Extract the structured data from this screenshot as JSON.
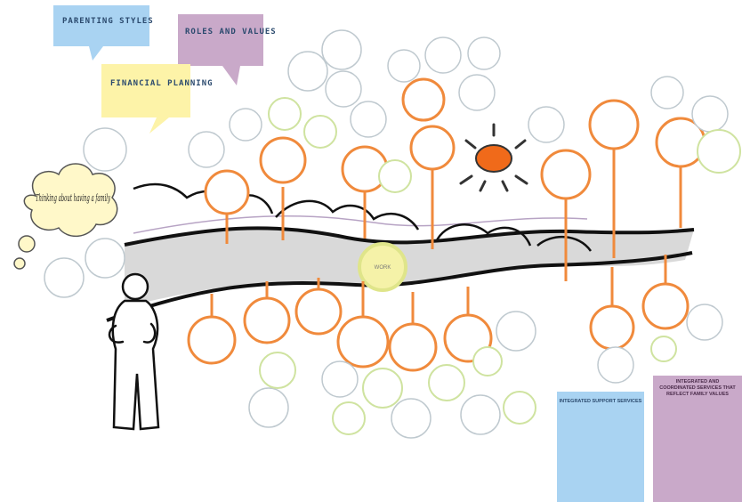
{
  "callouts": {
    "parenting_styles": "PARENTING STYLES",
    "roles_and_values": "ROLES AND VALUES",
    "financial_planning": "FINANCIAL PLANNING"
  },
  "thought_bubble": "Thinking about having a family",
  "center_node": "WORK",
  "panels": {
    "blue": "INTEGRATED SUPPORT SERVICES",
    "purple": "INTEGRATED AND COORDINATED SERVICES THAT REFLECT FAMILY VALUES"
  },
  "colors": {
    "orange": "#f08a3c",
    "sun": "#f06a1a",
    "path_fill": "#d9d9d9",
    "blue_panel": "#a9d3f2",
    "purple_panel": "#c9a9c9",
    "yellow_callout": "#fdf3a8",
    "green_ring": "#cfe3a0",
    "gray_ring": "#bfc9cf"
  }
}
